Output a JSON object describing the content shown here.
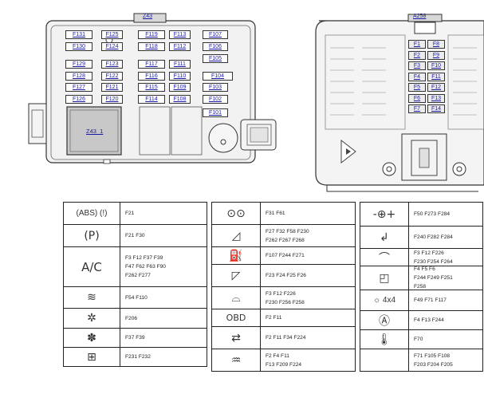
{
  "box_left": {
    "label": "Z43",
    "relay_label": "Z43_1",
    "fuses": [
      {
        "label": "F131"
      },
      {
        "label": "F125"
      },
      {
        "label": "F119"
      },
      {
        "label": "F113"
      },
      {
        "label": "F107"
      },
      {
        "label": "F130"
      },
      {
        "label": "F124"
      },
      {
        "label": "F118"
      },
      {
        "label": "F112"
      },
      {
        "label": "F106"
      },
      {
        "label": "F105"
      },
      {
        "label": "F129"
      },
      {
        "label": "F123"
      },
      {
        "label": "F117"
      },
      {
        "label": "F111"
      },
      {
        "label": "F128"
      },
      {
        "label": "F122"
      },
      {
        "label": "F116"
      },
      {
        "label": "F110"
      },
      {
        "label": "F104"
      },
      {
        "label": "F127"
      },
      {
        "label": "F121"
      },
      {
        "label": "F115"
      },
      {
        "label": "F109"
      },
      {
        "label": "F103"
      },
      {
        "label": "F126"
      },
      {
        "label": "F120"
      },
      {
        "label": "F114"
      },
      {
        "label": "F108"
      },
      {
        "label": "F102"
      },
      {
        "label": "F101"
      }
    ]
  },
  "box_right": {
    "label": "A258",
    "fuses": [
      {
        "label": "F1"
      },
      {
        "label": "F8"
      },
      {
        "label": "F2"
      },
      {
        "label": "F9"
      },
      {
        "label": "F3"
      },
      {
        "label": "F10"
      },
      {
        "label": "F4"
      },
      {
        "label": "F11"
      },
      {
        "label": "F5"
      },
      {
        "label": "F12"
      },
      {
        "label": "F6"
      },
      {
        "label": "F13"
      },
      {
        "label": "F7"
      },
      {
        "label": "F14"
      }
    ]
  },
  "legend": {
    "col1": [
      {
        "icon": "abs-warning-icon",
        "icon_text": "(ABS) (!)",
        "text": "F21"
      },
      {
        "icon": "parking-brake-icon",
        "icon_text": "(P)",
        "text": "F21   F30"
      },
      {
        "icon": "air-conditioning-icon",
        "icon_text": "A/C",
        "text": "F3    F12    F37   F39\nF47   F62    F63   F90\nF262  F277"
      },
      {
        "icon": "seat-heater-icon",
        "icon_text": "≋",
        "text": "F54   F110"
      },
      {
        "icon": "climate-icon",
        "icon_text": "✲",
        "text": "F206"
      },
      {
        "icon": "fan-icon",
        "icon_text": "✽",
        "text": "F37   F39"
      },
      {
        "icon": "rear-defrost-icon",
        "icon_text": "⊞",
        "text": "F231  F232"
      }
    ],
    "col2": [
      {
        "icon": "instrument-cluster-icon",
        "icon_text": "⊙⊙",
        "text": "F31   F61"
      },
      {
        "icon": "sunroof-icon",
        "icon_text": "◿",
        "text": "F27    F32    F58    F230\nF262  F267  F268"
      },
      {
        "icon": "fuel-pump-icon",
        "icon_text": "⛽",
        "text": "F107  F244  F271"
      },
      {
        "icon": "door-icon",
        "icon_text": "◸",
        "text": "F23    F24    F25    F26"
      },
      {
        "icon": "rear-wiper-icon",
        "icon_text": "⌓",
        "text": "F3     F12    F226\nF230  F256  F258"
      },
      {
        "icon": "obd-icon",
        "icon_text": "OBD",
        "text": "F2     F11"
      },
      {
        "icon": "trailer-icon",
        "icon_text": "⇄",
        "text": "F2     F11    F34    F224"
      },
      {
        "icon": "seat-icon",
        "icon_text": "♒",
        "text": "F2     F4     F11\nF13   F209  F224"
      }
    ],
    "col3": [
      {
        "icon": "key-icon",
        "icon_text": "-⊕+",
        "text": "F50   F273  F284"
      },
      {
        "icon": "mirror-icon",
        "icon_text": "↲",
        "text": "F240  F282  F284"
      },
      {
        "icon": "car-alarm-icon",
        "icon_text": "⌒",
        "text": "F3     F12    F226\nF230  F254  F264"
      },
      {
        "icon": "door-lock-icon",
        "icon_text": "◰",
        "text": "F4     F5     F6\nF244  F249  F251\nF258"
      },
      {
        "icon": "four-wheel-drive-icon",
        "icon_text": "☼ 4x4",
        "text": "F49   F71    F117"
      },
      {
        "icon": "auto-icon",
        "icon_text": "Ⓐ",
        "text": "F4     F13    F244"
      },
      {
        "icon": "temperature-icon",
        "icon_text": "🌡",
        "text": "F70"
      },
      {
        "icon": "light-icon",
        "icon_text": "",
        "text": "F71    F105  F108\nF203  F204  F205"
      }
    ]
  }
}
